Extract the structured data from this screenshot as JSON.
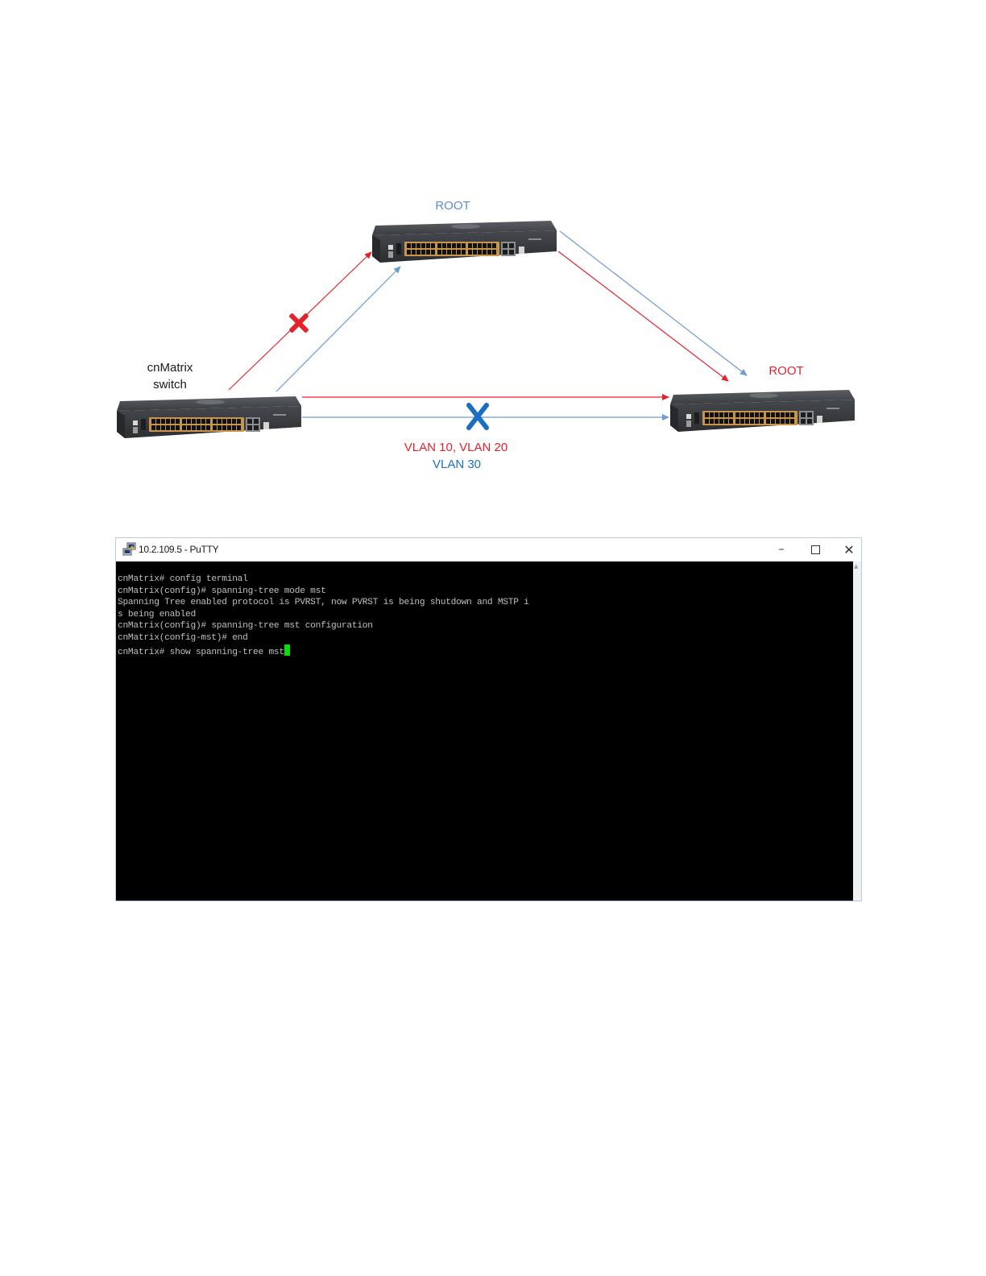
{
  "diagram": {
    "labels": {
      "root_top": "ROOT",
      "root_right": "ROOT",
      "switch_line1": "cnMatrix",
      "switch_line2": "switch",
      "vlan_red": "VLAN 10, VLAN 20",
      "vlan_blue": "VLAN 30"
    },
    "colors": {
      "red_path": "#e3232b",
      "blue_path": "#6e9bd0",
      "root_top_text": "#5b8ed0",
      "root_right_text": "#e3232b",
      "blocked_red_mark": "#e3232b",
      "blocked_blue_mark": "#1a6fc4",
      "switch_body": "#3e4146",
      "port_accent": "#c9954a"
    },
    "icons": {
      "blocked_red": "red-x-icon",
      "blocked_blue": "blue-x-icon",
      "switch": "network-switch-icon"
    }
  },
  "putty": {
    "title": "10.2.109.5 - PuTTY",
    "buttons": {
      "minimize": "–",
      "maximize": "☐",
      "close": "✕"
    },
    "lines": [
      "cnMatrix# config terminal",
      "cnMatrix(config)# spanning-tree mode mst",
      "Spanning Tree enabled protocol is PVRST, now PVRST is being shutdown and MSTP i",
      "s being enabled",
      "cnMatrix(config)# spanning-tree mst configuration",
      "cnMatrix(config-mst)# end",
      "cnMatrix# show spanning-tree mst"
    ],
    "cursor_color": "#00e000"
  }
}
